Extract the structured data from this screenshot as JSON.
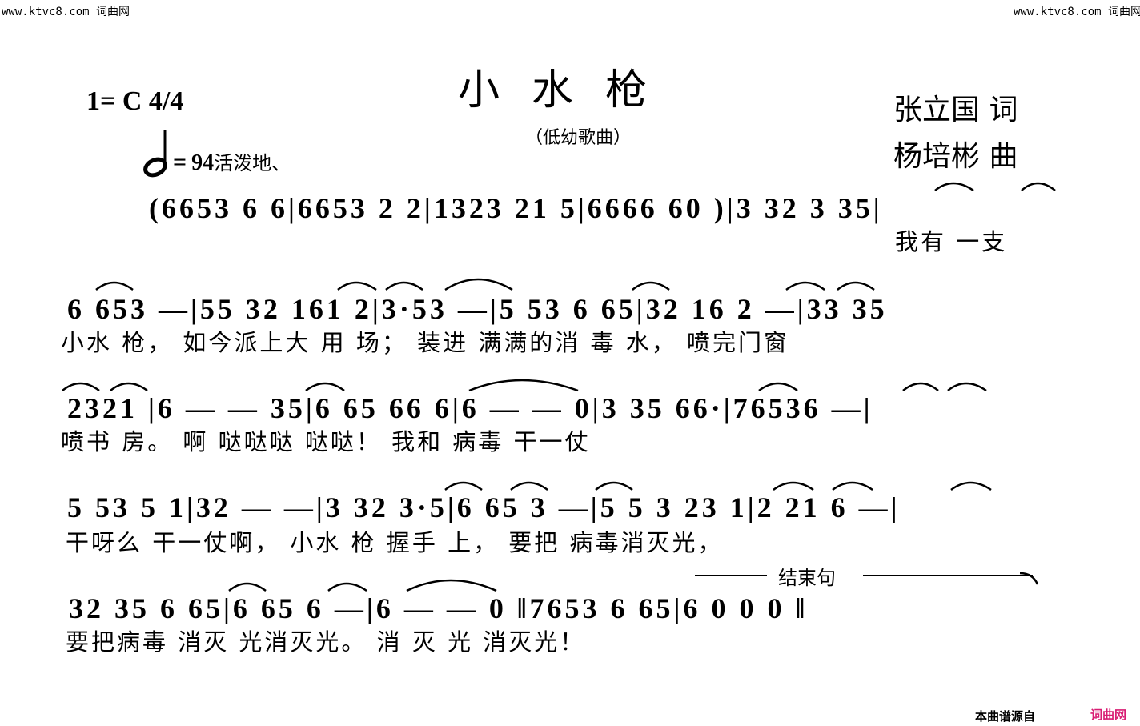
{
  "watermark_left": "www.ktvc8.com 词曲网",
  "watermark_right": "www.ktvc8.com 词曲网",
  "title": "小水枪",
  "subtitle": "（低幼歌曲）",
  "key_signature": "1= C 4/4",
  "tempo_number": "94",
  "tempo_marking": "活泼地、",
  "lyricist": "张立国 词",
  "composer": "杨培彬 曲",
  "lines": [
    {
      "notes": "(6653 6 6|6653 2 2|1323 21 5|6666 60 )|3 32 3 35|",
      "lyrics": "我有 一支"
    },
    {
      "notes": "6 653 —|55 32 161 2|3·53 —|5 53 6 65|32 16 2 —|33 35",
      "lyrics": "小水 枪， 如今派上大 用 场； 装进 满满的消 毒 水， 喷完门窗"
    },
    {
      "notes": "2321 |6 — — 35|6 65 66 6|6 — — 0|3 35 66·|76536 —|",
      "lyrics": "喷书 房。 啊 哒哒哒 哒哒！ 我和 病毒 干一仗"
    },
    {
      "notes": "5 53 5 1|32 — —|3 32 3·5|6 65 3 —|5 5 3 23 1|2 21 6 —|",
      "lyrics": "干呀么 干一仗啊， 小水 枪 握手 上， 要把 病毒消灭光，"
    },
    {
      "notes": "32 35 6 65|6 65 6 —|6 — — 0 ‖7653 6 65|6 0 0 0 ‖",
      "lyrics": "要把病毒 消灭 光消灭光。 消 灭 光 消灭光！"
    }
  ],
  "ending_label": "结束句",
  "source_label": "本曲谱源自",
  "site_label": "词曲网"
}
